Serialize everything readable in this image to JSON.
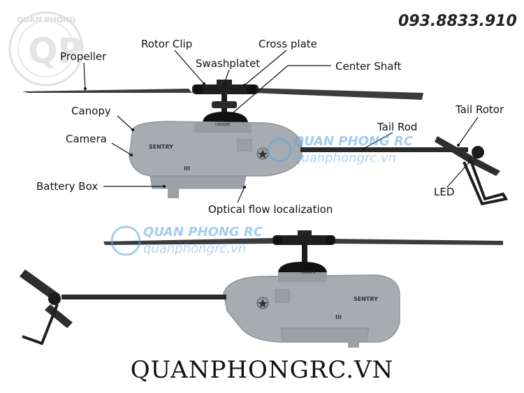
{
  "header": {
    "phone": "093.8833.910"
  },
  "footer": {
    "website": "QUANPHONGRC.VN"
  },
  "logo": {
    "initials": "QP",
    "arc_text": "QUAN PHONG"
  },
  "watermark": {
    "name": "QUAN PHONG RC",
    "url": "quanphongrc.vn"
  },
  "helicopter": {
    "body_text": "SENTRY",
    "small_marks": "III",
    "warning": "DANGER"
  },
  "labels": {
    "propeller": "Propeller",
    "rotor_clip": "Rotor Clip",
    "cross_plate": "Cross plate",
    "swashplatet": "Swashplatet",
    "center_shaft": "Center Shaft",
    "canopy": "Canopy",
    "camera": "Camera",
    "tail_rod": "Tail Rod",
    "tail_rotor": "Tail Rotor",
    "battery_box": "Battery Box",
    "led": "LED",
    "optical_flow": "Optical flow localization"
  },
  "colors": {
    "body": "#a7acb1",
    "body_dark": "#8f959a",
    "blade": "#3a3d40",
    "watermark": "#5aa6e6"
  }
}
